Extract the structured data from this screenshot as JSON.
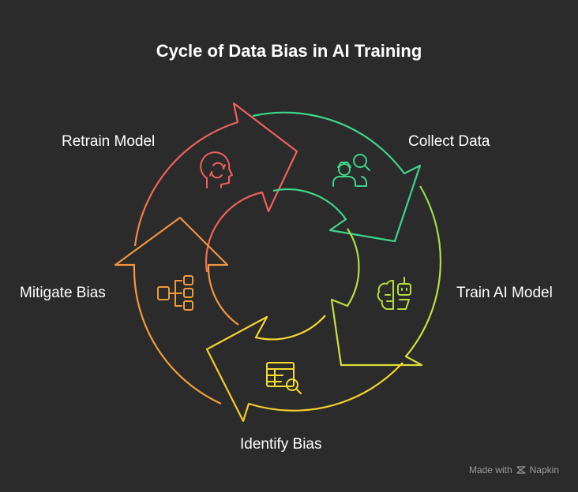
{
  "title": "Cycle of Data Bias in AI Training",
  "steps": [
    {
      "label": "Collect Data",
      "color": "#3ed48a",
      "icon": "users-search-icon"
    },
    {
      "label": "Train AI Model",
      "color": "#b5de3a",
      "icon": "robot-brain-icon"
    },
    {
      "label": "Identify Bias",
      "color": "#f3dc2c",
      "icon": "table-search-icon"
    },
    {
      "label": "Mitigate Bias",
      "color": "#f39a3a",
      "icon": "sitemap-icon"
    },
    {
      "label": "Retrain Model",
      "color": "#f0605a",
      "icon": "head-refresh-icon"
    }
  ],
  "footer": {
    "made_with": "Made with",
    "brand": "Napkin"
  }
}
